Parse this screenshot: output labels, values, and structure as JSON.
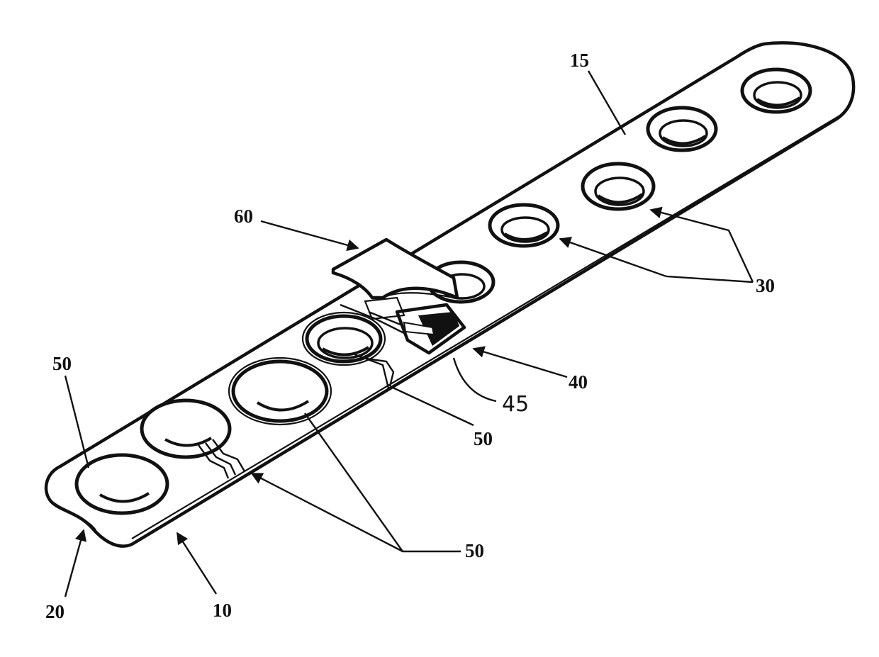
{
  "figure": {
    "labels": {
      "ref_15": "15",
      "ref_60": "60",
      "ref_30": "30",
      "ref_40": "40",
      "ref_45": "45",
      "ref_50_left": "50",
      "ref_50_mid": "50",
      "ref_50_bottom": "50",
      "ref_20": "20",
      "ref_10": "10"
    },
    "colors": {
      "ink": "#111111",
      "paper": "#ffffff"
    }
  }
}
